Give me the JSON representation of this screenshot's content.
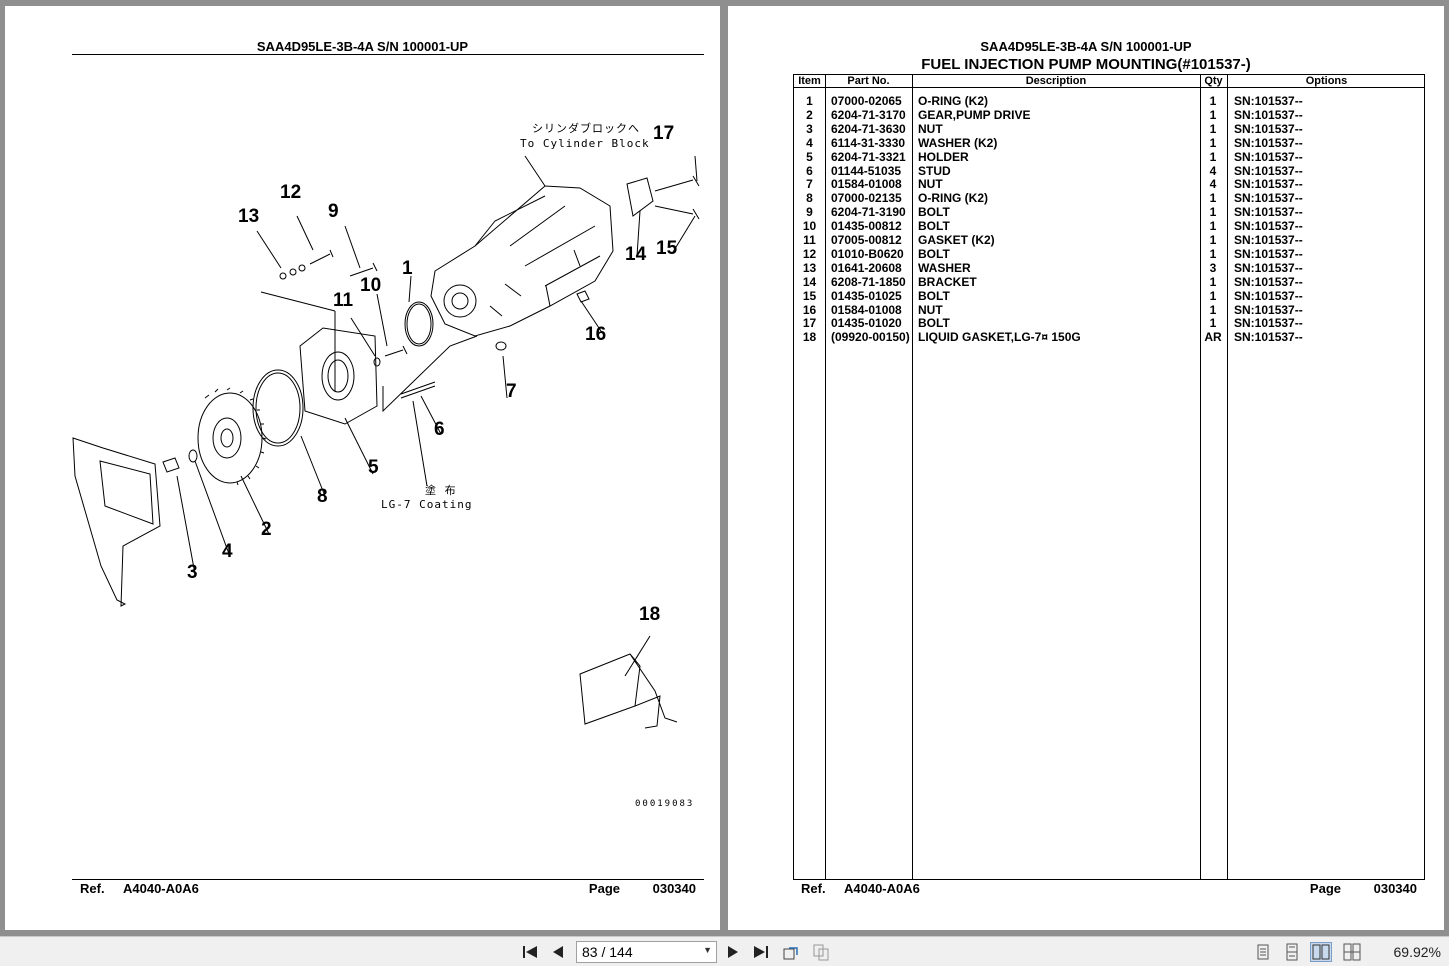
{
  "document": {
    "header": "SAA4D95LE-3B-4A S/N 100001-UP",
    "title": "FUEL INJECTION PUMP MOUNTING(#101537-)",
    "footer": {
      "ref_label": "Ref.",
      "ref_value": "A4040-A0A6",
      "page_label": "Page",
      "page_value": "030340"
    }
  },
  "diagram": {
    "callouts": [
      "1",
      "2",
      "3",
      "4",
      "5",
      "6",
      "7",
      "8",
      "9",
      "10",
      "11",
      "12",
      "13",
      "14",
      "15",
      "16",
      "17",
      "18"
    ],
    "note_cylinder_jp": "シリンダブロックへ",
    "note_cylinder_en": "To Cylinder Block",
    "note_coating_jp": "塗 布",
    "note_coating_en": "LG-7 Coating",
    "drawing_number": "00019083"
  },
  "table": {
    "headers": [
      "Item",
      "Part No.",
      "Description",
      "Qty",
      "Options"
    ],
    "rows": [
      [
        "1",
        "07000-02065",
        "O-RING (K2)",
        "1",
        "SN:101537--"
      ],
      [
        "2",
        "6204-71-3170",
        "GEAR,PUMP DRIVE",
        "1",
        "SN:101537--"
      ],
      [
        "3",
        "6204-71-3630",
        "NUT",
        "1",
        "SN:101537--"
      ],
      [
        "4",
        "6114-31-3330",
        "WASHER (K2)",
        "1",
        "SN:101537--"
      ],
      [
        "5",
        "6204-71-3321",
        "HOLDER",
        "1",
        "SN:101537--"
      ],
      [
        "6",
        "01144-51035",
        "STUD",
        "4",
        "SN:101537--"
      ],
      [
        "7",
        "01584-01008",
        "NUT",
        "4",
        "SN:101537--"
      ],
      [
        "8",
        "07000-02135",
        "O-RING (K2)",
        "1",
        "SN:101537--"
      ],
      [
        "9",
        "6204-71-3190",
        "BOLT",
        "1",
        "SN:101537--"
      ],
      [
        "10",
        "01435-00812",
        "BOLT",
        "1",
        "SN:101537--"
      ],
      [
        "11",
        "07005-00812",
        "GASKET (K2)",
        "1",
        "SN:101537--"
      ],
      [
        "12",
        "01010-B0620",
        "BOLT",
        "1",
        "SN:101537--"
      ],
      [
        "13",
        "01641-20608",
        "WASHER",
        "3",
        "SN:101537--"
      ],
      [
        "14",
        "6208-71-1850",
        "BRACKET",
        "1",
        "SN:101537--"
      ],
      [
        "15",
        "01435-01025",
        "BOLT",
        "1",
        "SN:101537--"
      ],
      [
        "16",
        "01584-01008",
        "NUT",
        "1",
        "SN:101537--"
      ],
      [
        "17",
        "01435-01020",
        "BOLT",
        "1",
        "SN:101537--"
      ],
      [
        "18",
        "(09920-00150)",
        "LIQUID GASKET,LG-7¤ 150G",
        "AR",
        "SN:101537--"
      ]
    ]
  },
  "toolbar": {
    "page_indicator": "83 / 144",
    "zoom": "69.92%",
    "icons": [
      "first-page-icon",
      "prev-page-icon",
      "next-page-icon",
      "last-page-icon",
      "rotate-icon",
      "copy-icon",
      "single-page-icon",
      "continuous-icon",
      "two-page-icon",
      "facing-icon"
    ]
  }
}
